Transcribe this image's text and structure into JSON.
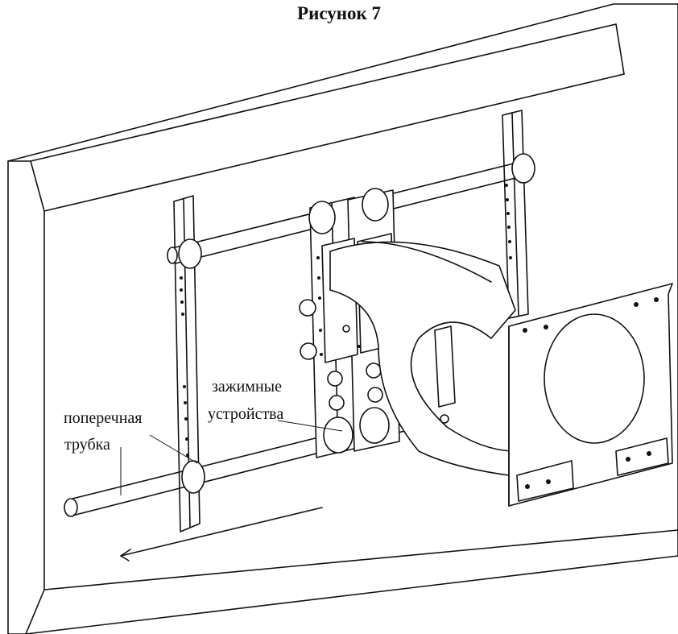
{
  "figure": {
    "title": "Рисунок 7",
    "labels": {
      "cross_tube_line1": "поперечная",
      "cross_tube_line2": "трубка",
      "clamps_line1": "зажимные",
      "clamps_line2": "устройства"
    }
  }
}
